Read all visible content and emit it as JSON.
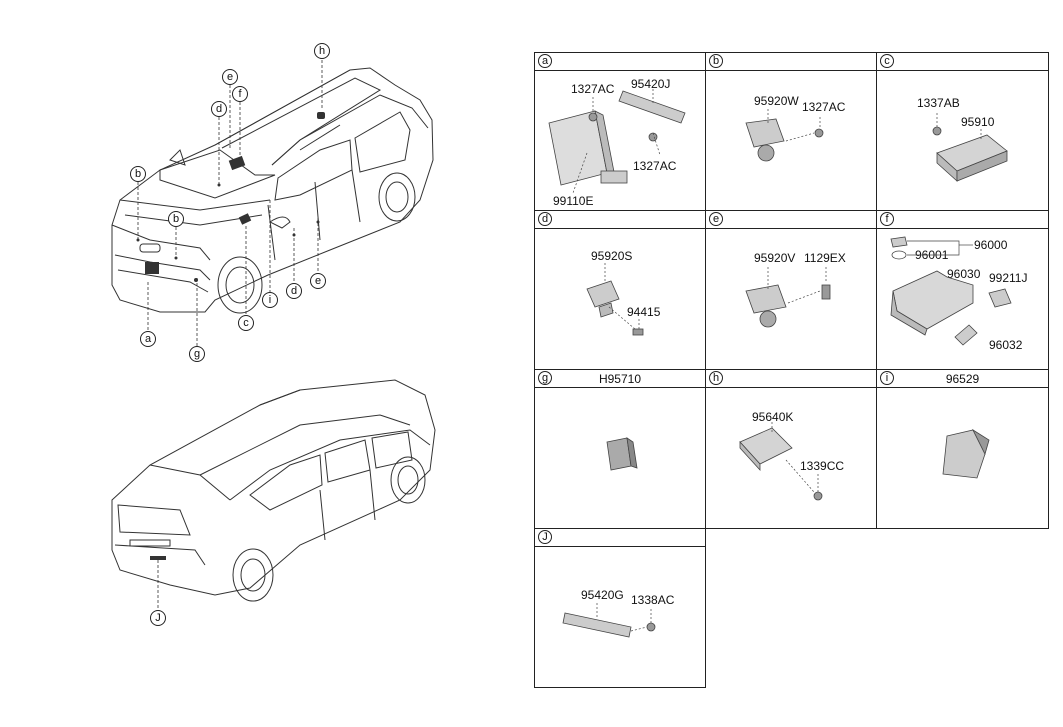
{
  "vehicle_callouts": {
    "a": "a",
    "b1": "b",
    "b2": "b",
    "c": "c",
    "d1": "d",
    "d2": "d",
    "e1": "e",
    "e2": "e",
    "f": "f",
    "g": "g",
    "h": "h",
    "i": "i",
    "j": "J"
  },
  "cells": {
    "a": {
      "letter": "a",
      "title": "",
      "labels": [
        "1327AC",
        "95420J",
        "1327AC",
        "99110E"
      ]
    },
    "b": {
      "letter": "b",
      "title": "",
      "labels": [
        "95920W",
        "1327AC"
      ]
    },
    "c": {
      "letter": "c",
      "title": "",
      "labels": [
        "1337AB",
        "95910"
      ]
    },
    "d": {
      "letter": "d",
      "title": "",
      "labels": [
        "95920S",
        "94415"
      ]
    },
    "e": {
      "letter": "e",
      "title": "",
      "labels": [
        "95920V",
        "1129EX"
      ]
    },
    "f": {
      "letter": "f",
      "title": "",
      "labels": [
        "96000",
        "96001",
        "96030",
        "99211J",
        "96032"
      ]
    },
    "g": {
      "letter": "g",
      "title": "H95710",
      "labels": []
    },
    "h": {
      "letter": "h",
      "title": "",
      "labels": [
        "95640K",
        "1339CC"
      ]
    },
    "i": {
      "letter": "i",
      "title": "96529",
      "labels": []
    },
    "j": {
      "letter": "J",
      "title": "",
      "labels": [
        "95420G",
        "1338AC"
      ]
    }
  }
}
